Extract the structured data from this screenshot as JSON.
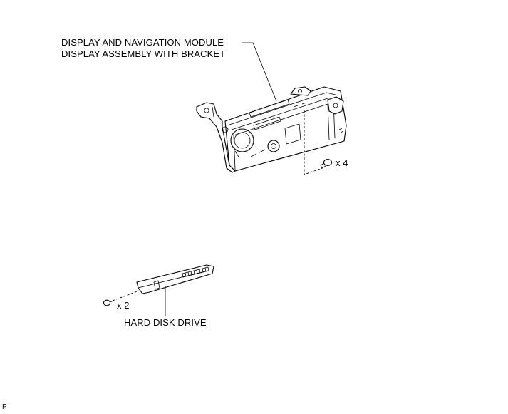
{
  "labels": {
    "module_line1": "DISPLAY AND NAVIGATION MODULE",
    "module_line2": "DISPLAY ASSEMBLY WITH BRACKET",
    "module_screw_qty": "x 4",
    "hdd": "HARD DISK DRIVE",
    "hdd_screw_qty": "x 2",
    "corner_mark": "P"
  }
}
